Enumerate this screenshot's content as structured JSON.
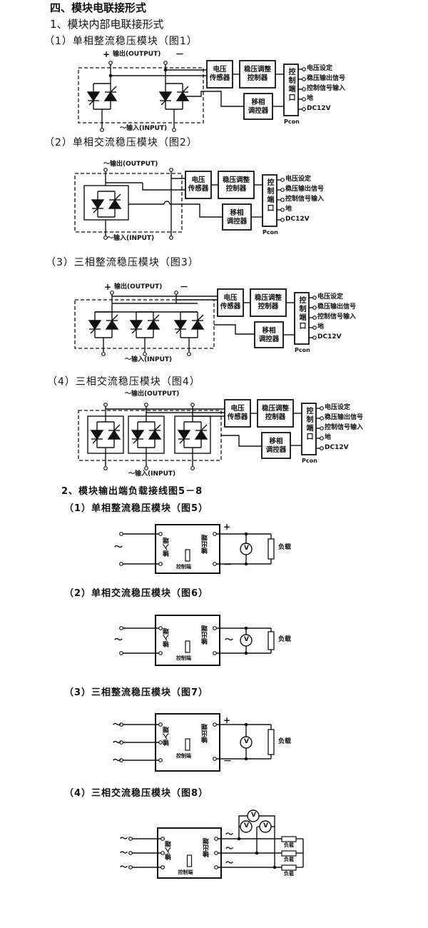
{
  "heading": "四、模块电联接形式",
  "section1": "1、模块内部电联接形式",
  "section2": "2、模块输出端负载接线图5－8",
  "figures_internal": [
    {
      "title": "（1）单相整流稳压模块（图1）"
    },
    {
      "title": "（2）单相交流稳压模块（图2）"
    },
    {
      "title": "（3）三相整流稳压模块（图3）"
    },
    {
      "title": "（4）三相交流稳压模块（图4）"
    }
  ],
  "diagram_labels": {
    "output": "输出(OUTPUT)",
    "output_ac": "～输出(OUTPUT)",
    "input": "～输入(INPUT)",
    "plus": "+",
    "minus": "－",
    "voltage_sensor": [
      "电压",
      "传感器"
    ],
    "regulator": [
      "稳压调整",
      "控制器"
    ],
    "phase_controller": [
      "移相",
      "调控器"
    ],
    "control_port": "控制端口",
    "pcon": "Pcon",
    "signals": [
      "电压设定",
      "稳压输出信号",
      "控制信号输入",
      "地",
      "DC12V"
    ]
  },
  "figures_load": [
    {
      "title": "（1）单相整流稳压模块（图5）"
    },
    {
      "title": "（2）单相交流稳压模块（图6）"
    },
    {
      "title": "（3）三相整流稳压模块（图7）"
    },
    {
      "title": "（4）三相交流稳压模块（图8）"
    }
  ],
  "load_labels": {
    "input_terminal": "输入端",
    "output_terminal": "输出端",
    "control_terminal": "控制端",
    "load": "负载",
    "voltmeter": "V",
    "ac": "～",
    "plus": "+",
    "minus": "－"
  }
}
